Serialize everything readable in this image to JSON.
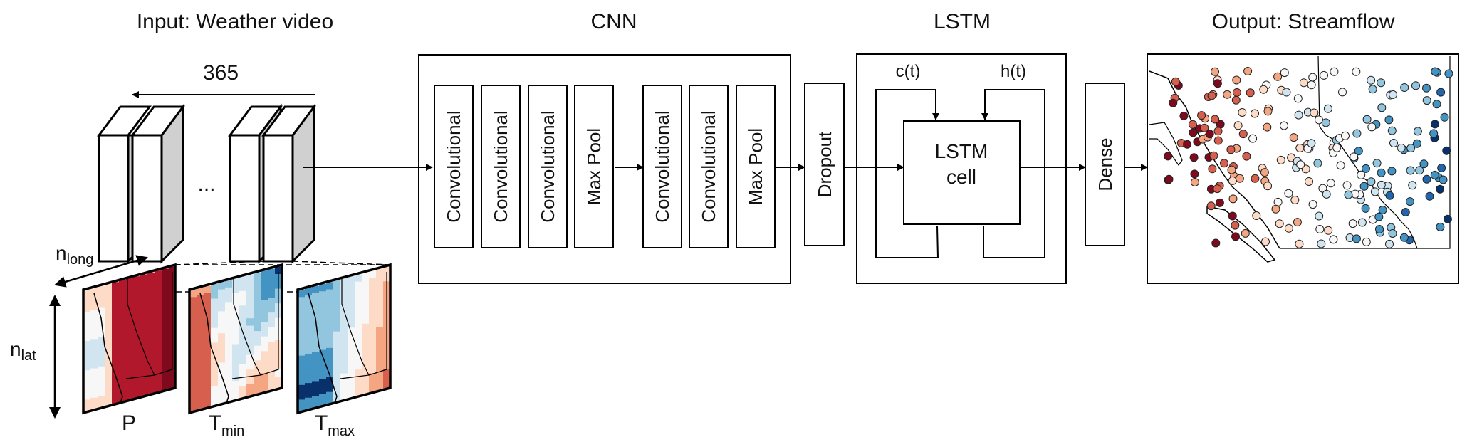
{
  "sections": {
    "input_title": "Input: Weather video",
    "cnn_title": "CNN",
    "lstm_title": "LSTM",
    "output_title": "Output: Streamflow"
  },
  "input": {
    "sequence_length": "365",
    "ellipsis": "...",
    "dim_long": "n",
    "dim_long_sub": "long",
    "dim_lat": "n",
    "dim_lat_sub": "lat",
    "channels": [
      {
        "name": "P",
        "sub": "",
        "colormap": "red-dominant"
      },
      {
        "name": "T",
        "sub": "min",
        "colormap": "mixed"
      },
      {
        "name": "T",
        "sub": "max",
        "colormap": "blue-dominant"
      }
    ]
  },
  "cnn": {
    "layers": [
      "Convolutional",
      "Convolutional",
      "Convolutional",
      "Max Pool",
      "Convolutional",
      "Convolutional",
      "Max Pool"
    ]
  },
  "dropout": "Dropout",
  "lstm": {
    "cell_line1": "LSTM",
    "cell_line2": "cell",
    "c_label": "c(t)",
    "h_label": "h(t)"
  },
  "dense": "Dense",
  "colors": {
    "red_dark": "#7f0a1e",
    "red": "#d6604d",
    "red_light": "#f4a582",
    "neutral": "#f7f7f7",
    "blue_light": "#92c5de",
    "blue": "#4393c3",
    "blue_dark": "#08306b",
    "frame_side": "#d0d0d0"
  }
}
